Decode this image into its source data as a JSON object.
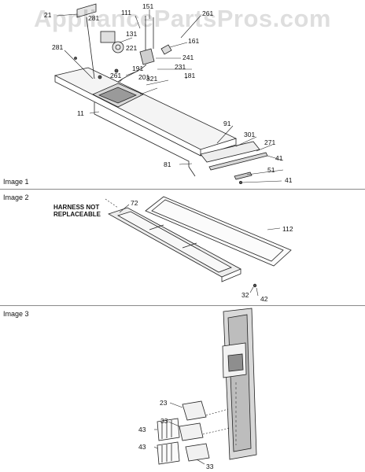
{
  "watermark": "AppliancePartsPros.com",
  "sections": [
    {
      "label": "Image 1",
      "callouts": [
        {
          "id": "c-21",
          "text": "21"
        },
        {
          "id": "c-281a",
          "text": "281"
        },
        {
          "id": "c-111",
          "text": "111"
        },
        {
          "id": "c-151",
          "text": "151"
        },
        {
          "id": "c-261a",
          "text": "261"
        },
        {
          "id": "c-131",
          "text": "131"
        },
        {
          "id": "c-161",
          "text": "161"
        },
        {
          "id": "c-281b",
          "text": "281"
        },
        {
          "id": "c-221",
          "text": "221"
        },
        {
          "id": "c-241",
          "text": "241"
        },
        {
          "id": "c-231",
          "text": "231"
        },
        {
          "id": "c-191",
          "text": "191"
        },
        {
          "id": "c-181",
          "text": "181"
        },
        {
          "id": "c-261b",
          "text": "261"
        },
        {
          "id": "c-201",
          "text": "201"
        },
        {
          "id": "c-321",
          "text": "321"
        },
        {
          "id": "c-11",
          "text": "11"
        },
        {
          "id": "c-91",
          "text": "91"
        },
        {
          "id": "c-301",
          "text": "301"
        },
        {
          "id": "c-271",
          "text": "271"
        },
        {
          "id": "c-41a",
          "text": "41"
        },
        {
          "id": "c-81",
          "text": "81"
        },
        {
          "id": "c-51",
          "text": "51"
        },
        {
          "id": "c-41b",
          "text": "41"
        }
      ]
    },
    {
      "label": "Image 2",
      "note_line1": "HARNESS NOT",
      "note_line2": "REPLACEABLE",
      "callouts": [
        {
          "id": "c-72",
          "text": "72"
        },
        {
          "id": "c-112",
          "text": "112"
        },
        {
          "id": "c-32",
          "text": "32"
        },
        {
          "id": "c-42",
          "text": "42"
        }
      ]
    },
    {
      "label": "Image 3",
      "callouts": [
        {
          "id": "c-23",
          "text": "23"
        },
        {
          "id": "c-33a",
          "text": "33"
        },
        {
          "id": "c-43a",
          "text": "43"
        },
        {
          "id": "c-43b",
          "text": "43"
        },
        {
          "id": "c-33b",
          "text": "33"
        }
      ]
    }
  ]
}
